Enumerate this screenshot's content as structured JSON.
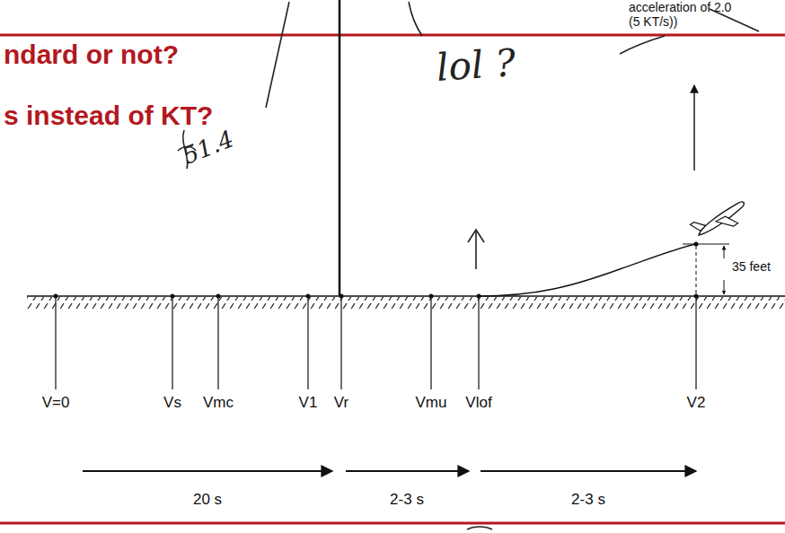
{
  "diagram": {
    "labels": [
      "ndard or not?",
      "s instead of KT?",
      "acceleration of 2.0",
      "(5 KT/s))",
      "51.4",
      "lol ?",
      "35 feet",
      "V=0",
      "Vs",
      "Vmc",
      "V1",
      "Vr",
      "Vmu",
      "Vlof",
      "V2",
      "20 s",
      "2-3 s",
      "2-3 s"
    ]
  }
}
